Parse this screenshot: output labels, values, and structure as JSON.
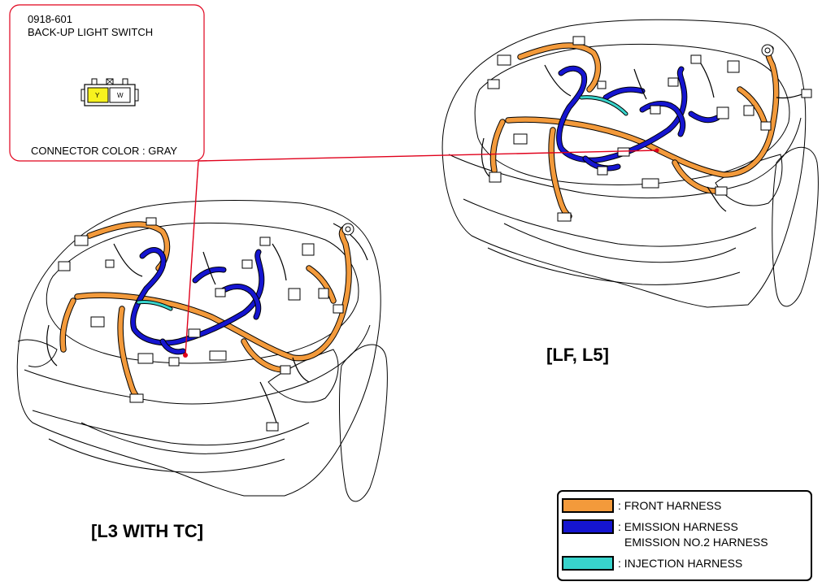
{
  "callout": {
    "code": "0918-601",
    "title": "BACK-UP LIGHT SWITCH",
    "pin_y": "Y",
    "pin_w": "W",
    "connector_color": "CONNECTOR COLOR : GRAY"
  },
  "labels": {
    "left_caption": "[L3 WITH TC]",
    "right_caption": "[LF, L5]"
  },
  "legend": {
    "items": [
      {
        "color": "#f39a3b",
        "lines": [
          ": FRONT HARNESS"
        ]
      },
      {
        "color": "#1515d0",
        "lines": [
          ": EMISSION HARNESS",
          "EMISSION NO.2 HARNESS"
        ]
      },
      {
        "color": "#38d4cc",
        "lines": [
          ": INJECTION HARNESS"
        ]
      }
    ]
  },
  "colors": {
    "front_harness": "#f39a3b",
    "emission_harness": "#1515d0",
    "injection_harness": "#38d4cc",
    "pointer_line": "#e0001b",
    "pin_y_fill": "#f7f21e"
  }
}
